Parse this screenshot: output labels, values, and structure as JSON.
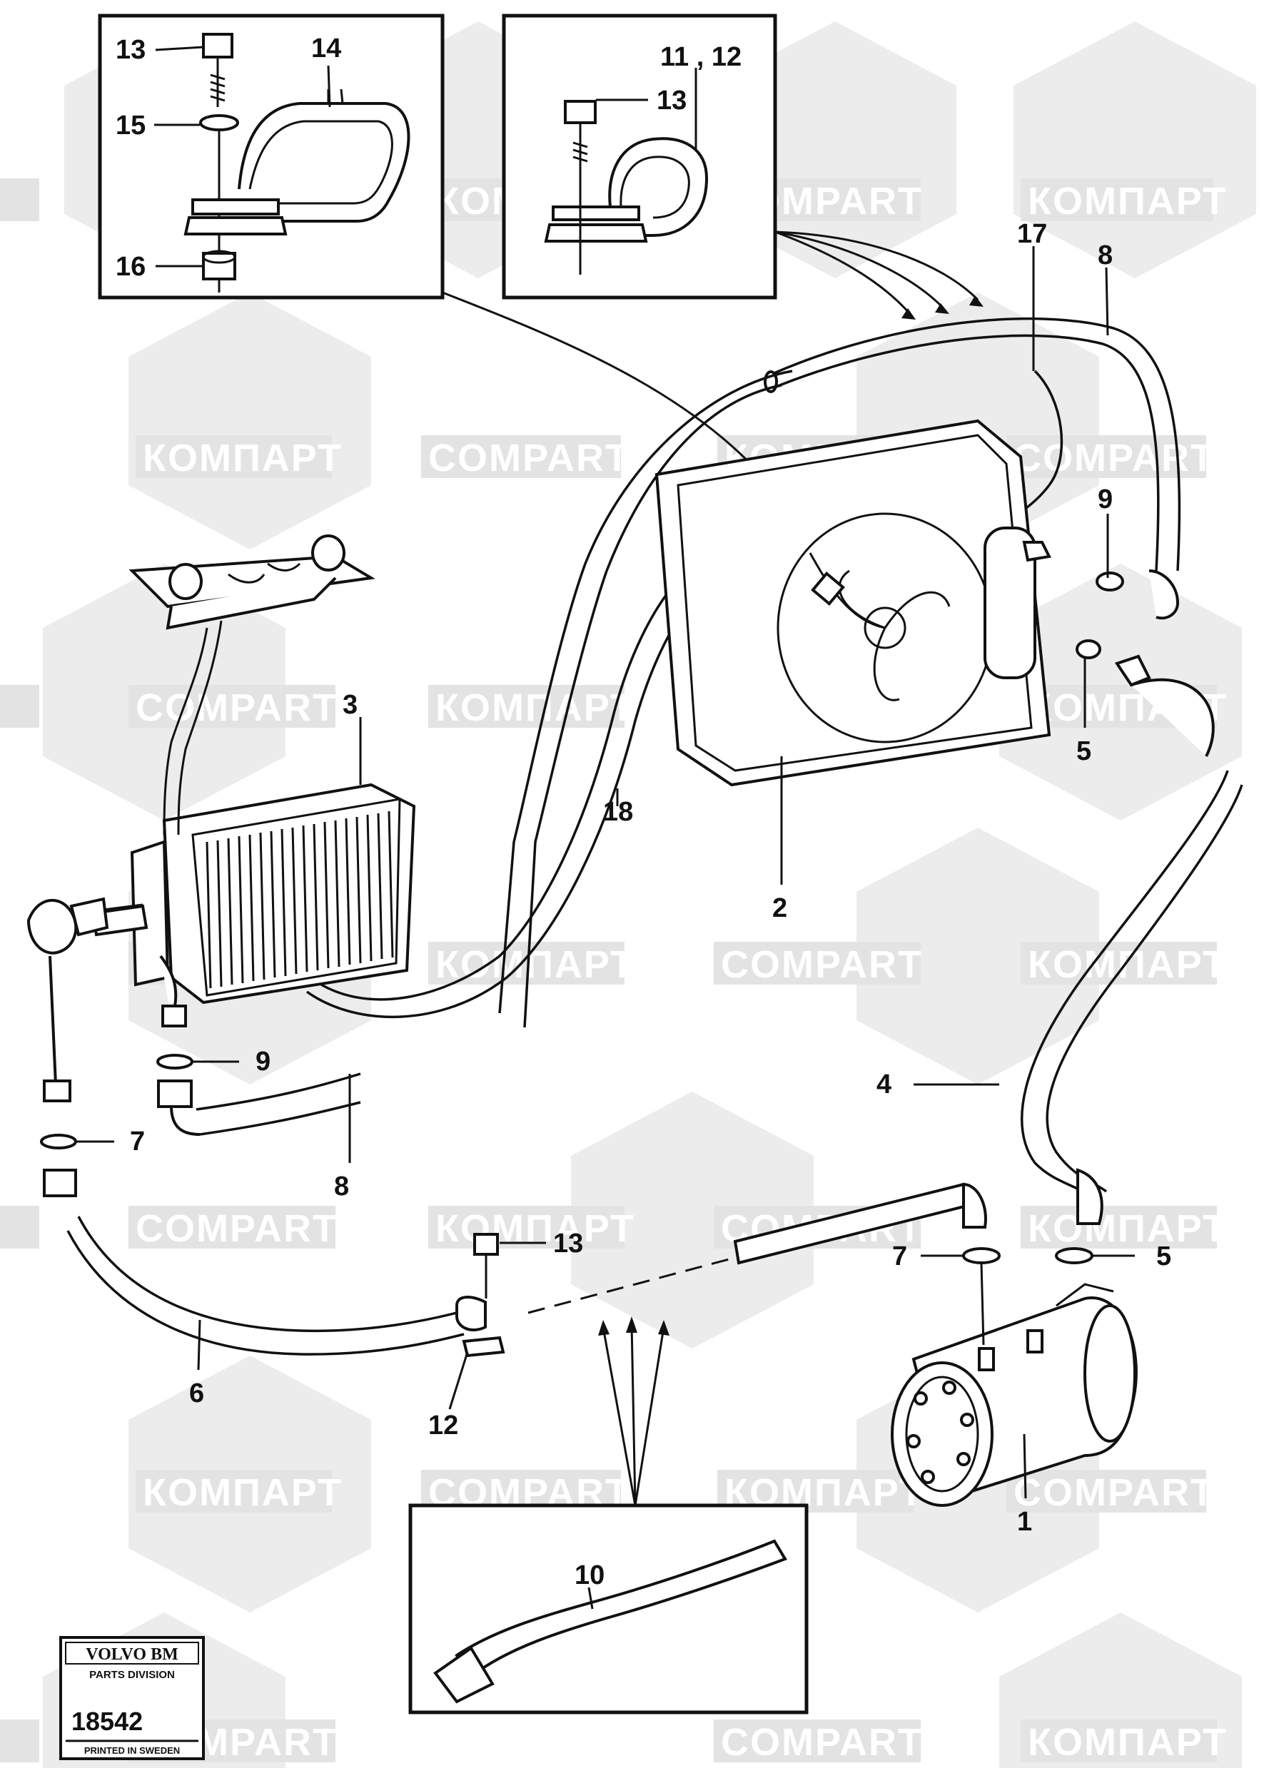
{
  "watermark": {
    "text_cyrillic": "КОМПАРТ",
    "text_latin": "COMPART"
  },
  "callouts": {
    "c1": "1",
    "c2": "2",
    "c3": "3",
    "c4": "4",
    "c5a": "5",
    "c5b": "5",
    "c6": "6",
    "c7a": "7",
    "c7b": "7",
    "c8a": "8",
    "c8b": "8",
    "c9a": "9",
    "c9b": "9",
    "c10": "10",
    "c11_12": "11 , 12",
    "c12": "12",
    "c13a": "13",
    "c13b": "13",
    "c13c": "13",
    "c14": "14",
    "c15": "15",
    "c16": "16",
    "c17": "17",
    "c18": "18"
  },
  "stamp": {
    "brand": "VOLVO BM",
    "division": "PARTS DIVISION",
    "number": "18542",
    "printed": "PRINTED IN SWEDEN"
  }
}
